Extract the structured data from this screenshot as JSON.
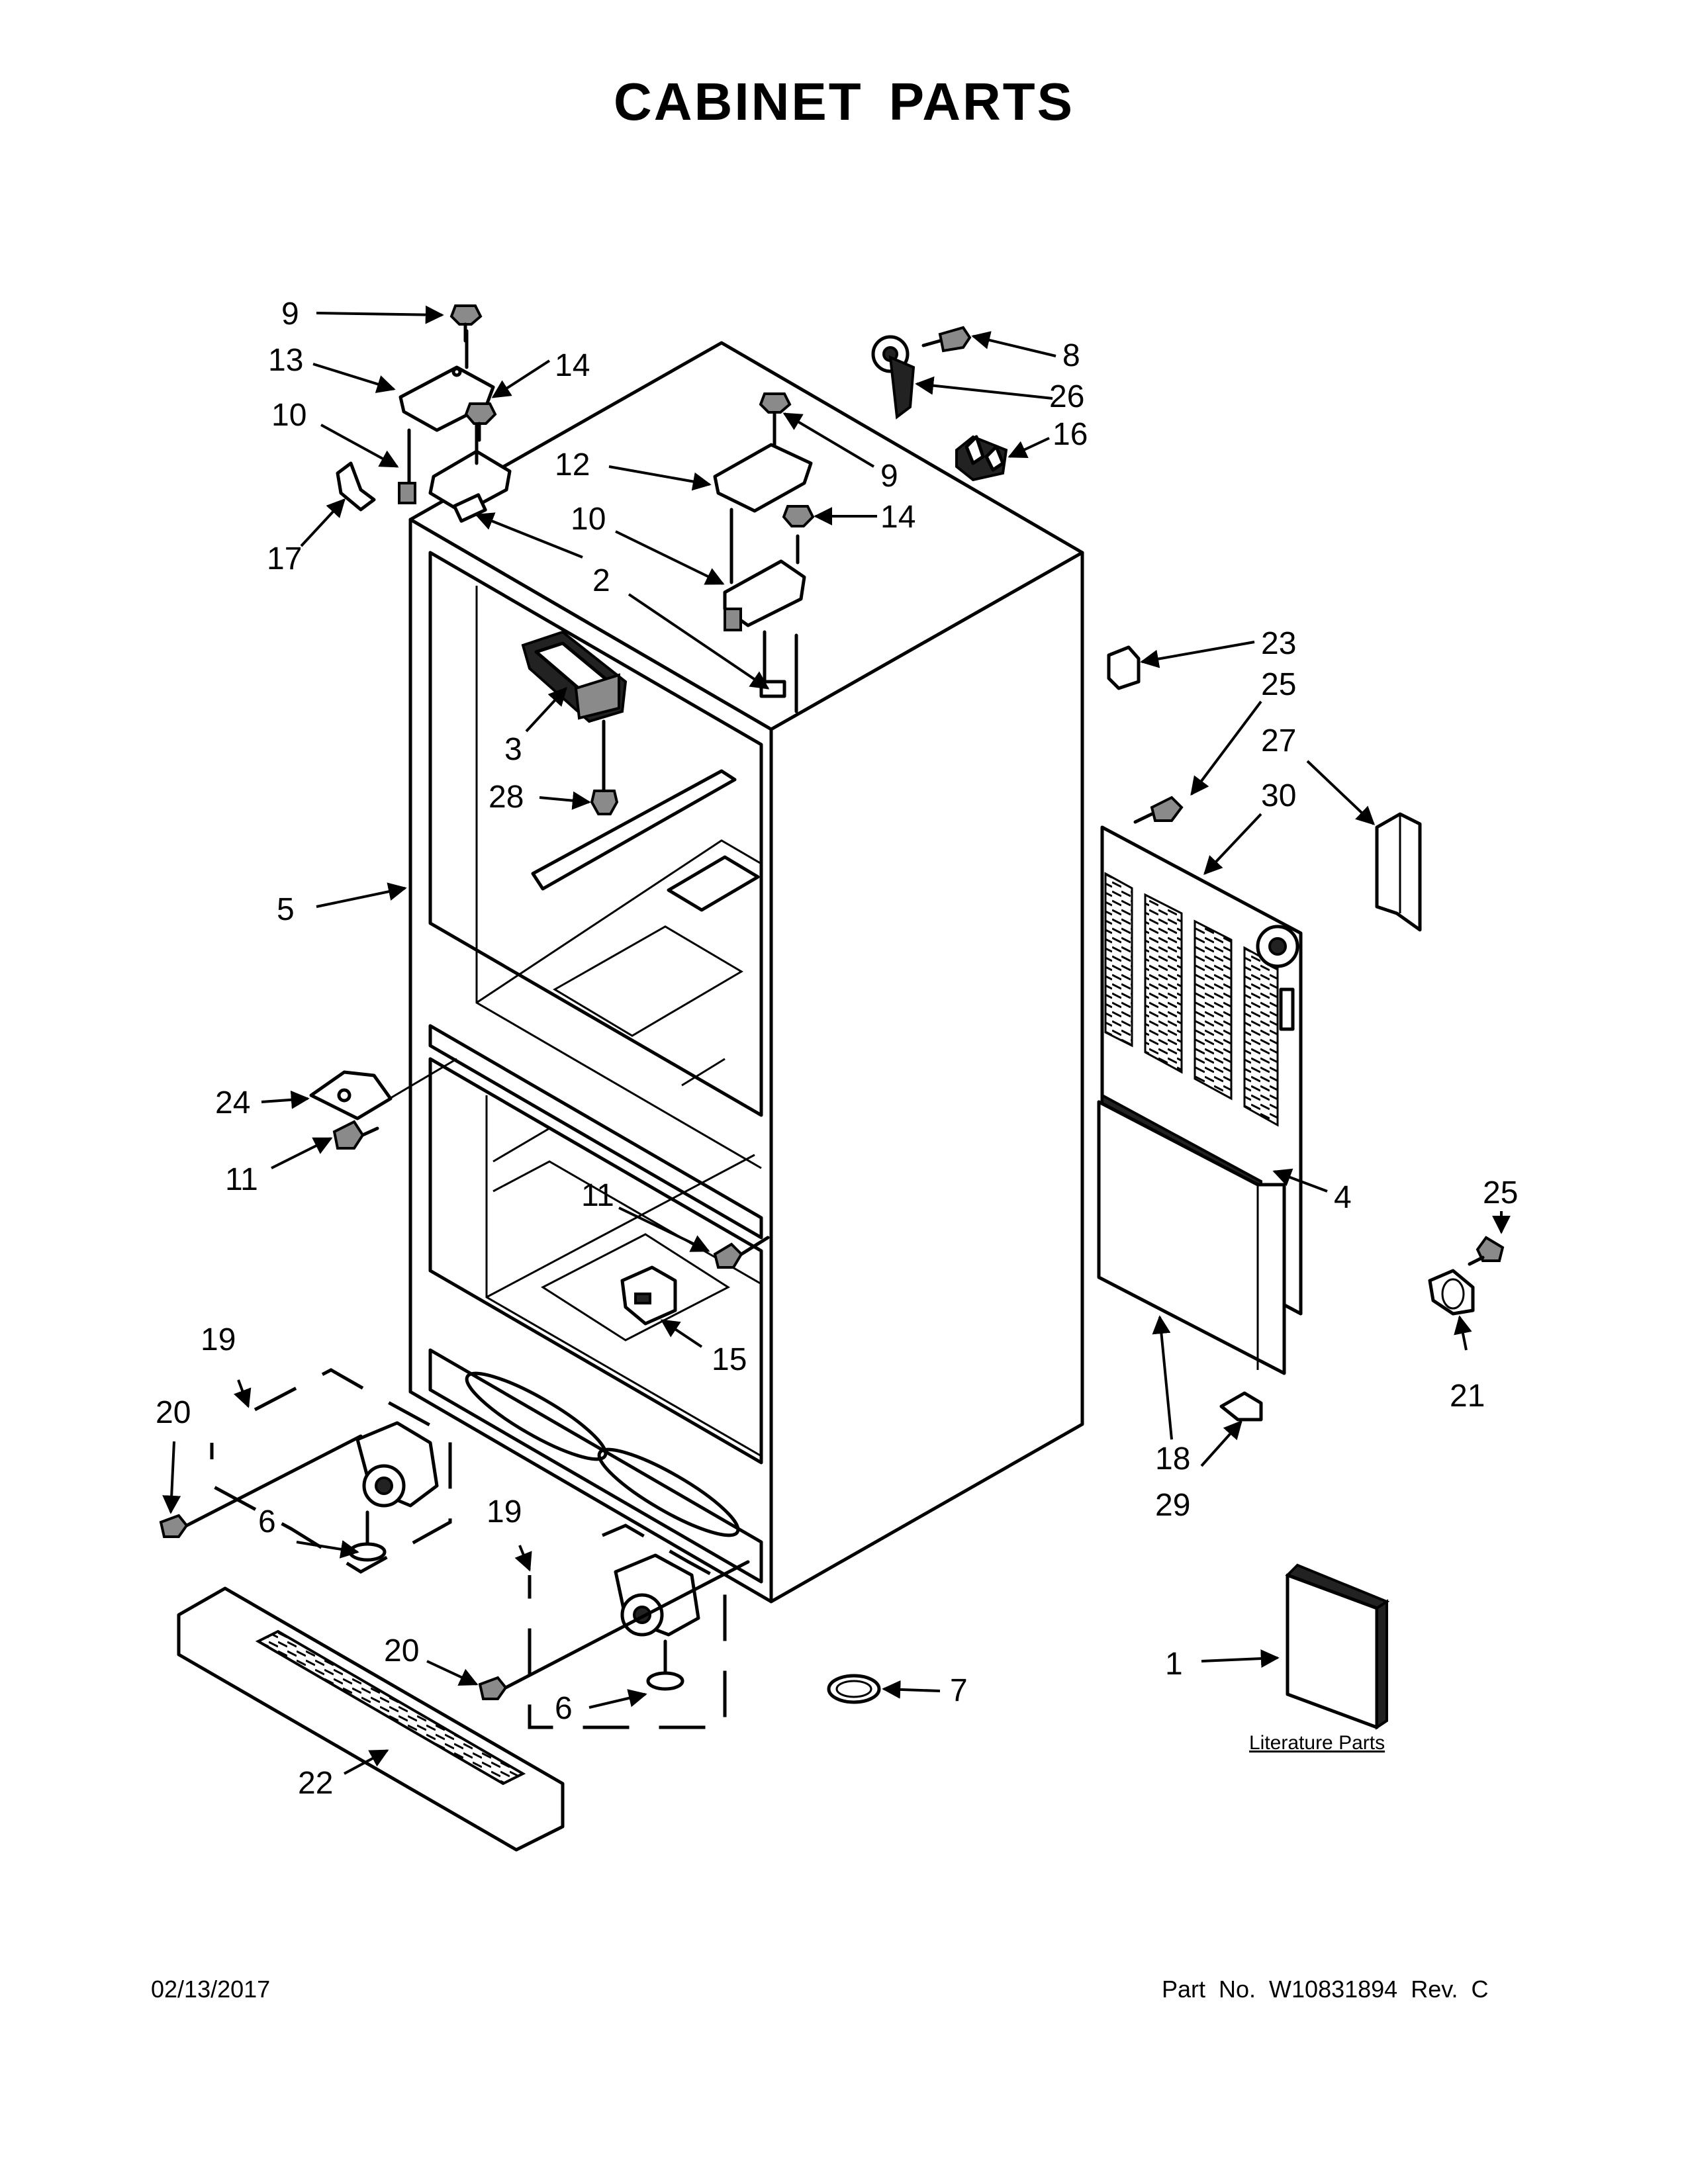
{
  "title": "CABINET PARTS",
  "literature_label": "Literature Parts",
  "footer": {
    "date": "02/13/2017",
    "part_number": "Part No.  W10831894  Rev.  C"
  },
  "callouts": {
    "c1": "1",
    "c2": "2",
    "c3": "3",
    "c4": "4",
    "c5": "5",
    "c6a": "6",
    "c6b": "6",
    "c7": "7",
    "c8": "8",
    "c9a": "9",
    "c9b": "9",
    "c10a": "10",
    "c10b": "10",
    "c11a": "11",
    "c11b": "11",
    "c12": "12",
    "c13": "13",
    "c14a": "14",
    "c14b": "14",
    "c15": "15",
    "c16": "16",
    "c17": "17",
    "c18": "18",
    "c19a": "19",
    "c19b": "19",
    "c20a": "20",
    "c20b": "20",
    "c21": "21",
    "c22": "22",
    "c23": "23",
    "c24": "24",
    "c25a": "25",
    "c25b": "25",
    "c26": "26",
    "c27": "27",
    "c28": "28",
    "c29": "29",
    "c30": "30"
  }
}
